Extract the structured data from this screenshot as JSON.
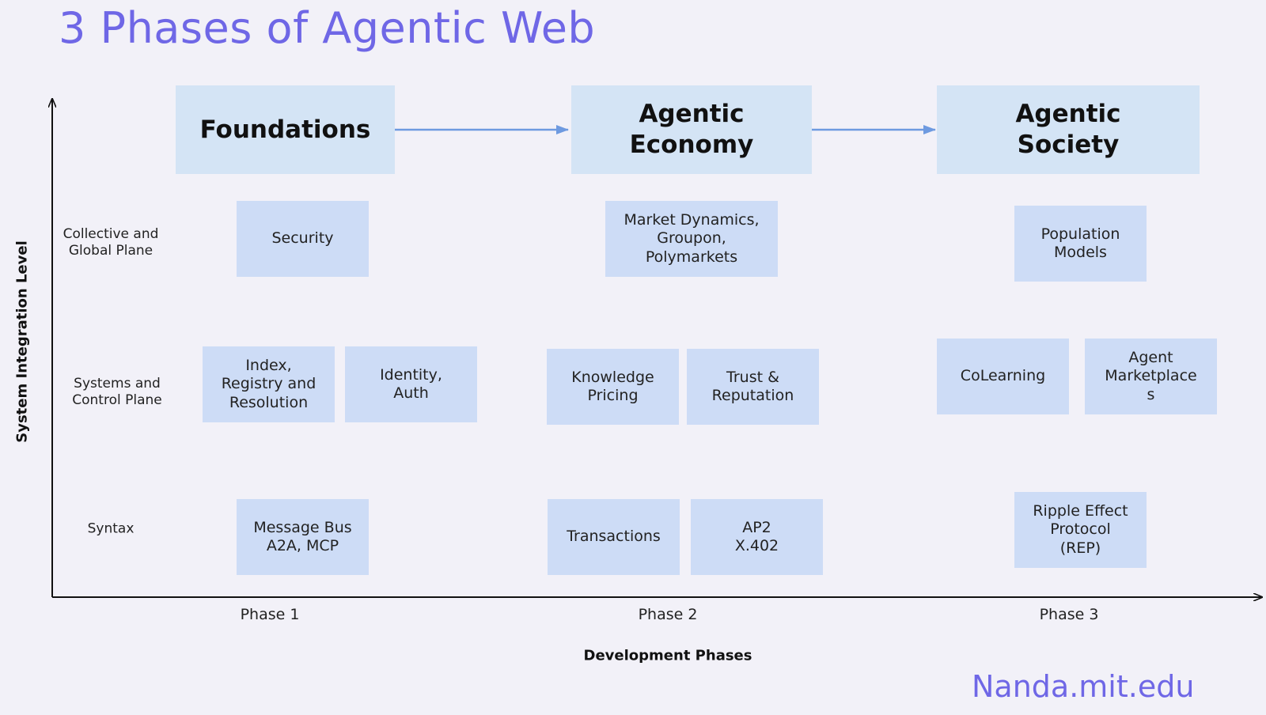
{
  "title": "3 Phases of Agentic Web",
  "footer": "Nanda.mit.edu",
  "axes": {
    "y_label": "System Integration Level",
    "x_label": "Development Phases"
  },
  "phases": [
    {
      "header": "Foundations",
      "label": "Phase 1"
    },
    {
      "header": "Agentic\nEconomy",
      "label": "Phase 2"
    },
    {
      "header": "Agentic\nSociety",
      "label": "Phase 3"
    }
  ],
  "rows": [
    {
      "label": "Collective and\nGlobal Plane"
    },
    {
      "label": "Systems and\nControl Plane"
    },
    {
      "label": "Syntax"
    }
  ],
  "cells": {
    "collective": [
      "Security",
      "Market Dynamics,\nGroupon,\nPolymarkets",
      "Population\nModels"
    ],
    "systems": [
      "Index,\nRegistry and\nResolution",
      "Identity,\nAuth",
      "Knowledge\nPricing",
      "Trust &\nReputation",
      "CoLearning",
      "Agent\nMarketplace\ns"
    ],
    "syntax": [
      "Message Bus\nA2A, MCP",
      "Transactions",
      "AP2\nX.402",
      "Ripple Effect\nProtocol\n(REP)"
    ]
  },
  "colors": {
    "title": "#6f67e6",
    "phase_box": "#d4e4f5",
    "cell": "#cddcf6",
    "arrow": "#6e9ae0",
    "axis": "#111111"
  }
}
